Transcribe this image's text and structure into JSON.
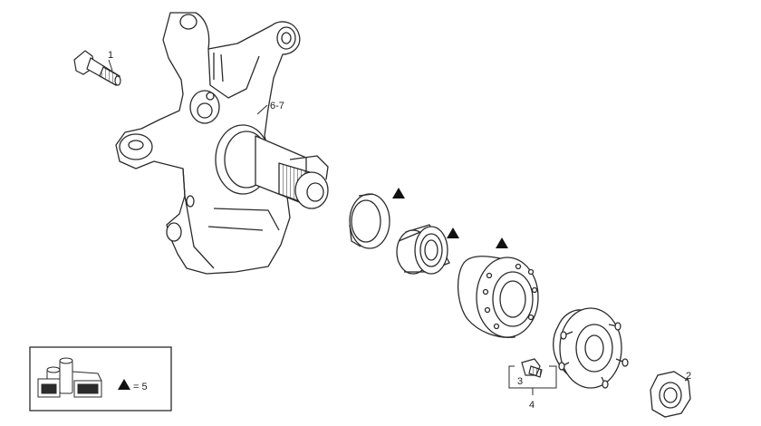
{
  "callouts": {
    "bolt": "1",
    "nut": "2",
    "stud": "3",
    "hub_group": "4",
    "knuckle": "6-7"
  },
  "legend": {
    "equals_text": "= 5"
  },
  "colors": {
    "line": "#2b2b2b",
    "shade": "#d9d9d9",
    "triangle": "#111111"
  }
}
